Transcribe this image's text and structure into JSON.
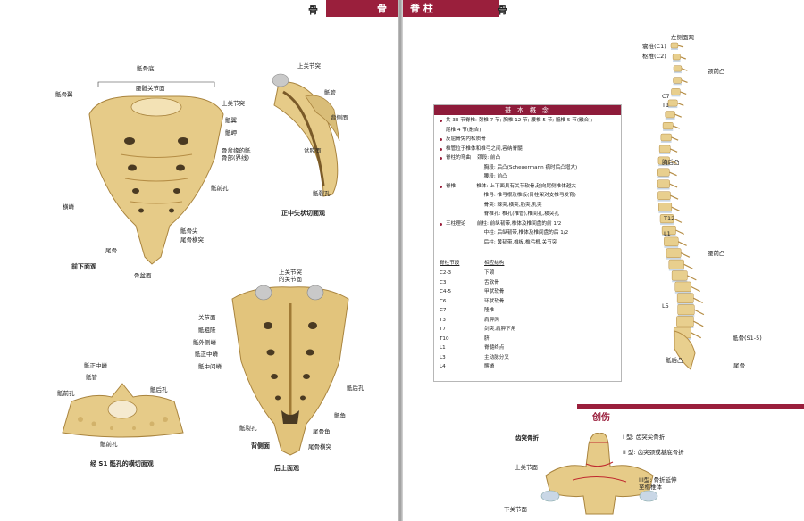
{
  "left_page": {
    "header_char": "骨",
    "header_band_char": "骨",
    "fig1": {
      "caption": "前下面观",
      "labels": {
        "base": "骶骨底",
        "wing": "骶骨翼",
        "ala_surface": "腰骶关节面",
        "superior_articular": "上关节突",
        "ala": "骶翼",
        "promontory": "骶岬",
        "pelvic_line": "骨盆缘的骶\n骨部(界线)",
        "foramina": "骶前孔",
        "transverse_ridge": "横嵴",
        "apex": "骶骨尖",
        "coccygeal_horn": "尾骨横突",
        "coccyx": "尾骨",
        "pelvic_surface": "骨盆面"
      }
    },
    "fig2": {
      "caption": "正中矢状切面观",
      "labels": {
        "superior_articular": "上关节突",
        "canal": "骶管",
        "dorsal": "背侧面",
        "pelvic": "盆腔面",
        "hiatus": "骶裂孔"
      }
    },
    "fig3": {
      "caption": "后上面观",
      "labels": {
        "superior_articular": "上关节突\n的关节面",
        "auricular": "关节面",
        "tuberosity": "骶粗隆",
        "lateral_crest": "骶外侧嵴",
        "median_crest": "骶正中嵴",
        "intermediate_crest": "骶中间嵴",
        "posterior_foramina": "骶后孔",
        "hiatus": "骶裂孔",
        "cornu": "骶角",
        "coccygeal_horn": "尾骨角",
        "dorsal_surface": "背侧面",
        "coccyx_tp": "尾骨横突"
      }
    },
    "fig4": {
      "caption": "经 S1 骶孔的横切面观",
      "labels": {
        "median_crest": "骶正中嵴",
        "canal": "骶管",
        "posterior_foramen": "骶后孔",
        "pelvic_foramen": "骶前孔",
        "anterior_foramen": "骶前孔"
      }
    }
  },
  "right_page": {
    "header_band_text": "脊 柱",
    "header_char": "骨",
    "concept": {
      "title": "基 本 概 念",
      "rows": [
        {
          "bullet": true,
          "text": "共 33 节脊椎: 颈椎 7 节; 胸椎 12 节; 腰椎 5 节; 骶椎 5 节(融合);"
        },
        {
          "bullet": false,
          "text": "尾椎 4 节(融合)"
        },
        {
          "bullet": true,
          "text": "反屈骨免内松质骨"
        },
        {
          "bullet": true,
          "text": "椎管位于椎体和椎弓之间,容纳脊髓"
        },
        {
          "bullet": true,
          "text": "脊柱的弯曲    颈段: 前凸"
        },
        {
          "bullet": false,
          "text": "                        胸段: 后凸(Scheuermann 病时后凸增大)"
        },
        {
          "bullet": false,
          "text": "                        腰段: 前凸"
        },
        {
          "bullet": true,
          "text": "脊椎             椎体: 上下面具有关节软骨,越向尾侧椎体越大"
        },
        {
          "bullet": false,
          "text": "                        椎弓: 椎弓根及椎板(骨柱架对支椎弓发育)"
        },
        {
          "bullet": false,
          "text": "                        骨突: 棘突,横突,肋突,乳突"
        },
        {
          "bullet": false,
          "text": "                        脊椎孔: 椎孔(椎管),椎间孔,横突孔"
        },
        {
          "bullet": true,
          "text": "三柱理论       前柱: 前纵韧带,椎体及椎间盘的前 1/2"
        },
        {
          "bullet": false,
          "text": "                        中柱: 后纵韧带,椎体及椎间盘的后 1/2"
        },
        {
          "bullet": false,
          "text": "                        后柱: 黄韧带,椎板,椎弓根,关节突"
        }
      ],
      "segment_header": [
        "脊柱节段",
        "相应结构"
      ],
      "segments": [
        [
          "C2-3",
          "下颌"
        ],
        [
          "C3",
          "舌软骨"
        ],
        [
          "C4-5",
          "甲状软骨"
        ],
        [
          "C6",
          "环状软骨"
        ],
        [
          "C7",
          "隆椎"
        ],
        [
          "T3",
          "肩胛冈"
        ],
        [
          "T7",
          "剑突,肩胛下角"
        ],
        [
          "T10",
          "脐"
        ],
        [
          "L1",
          "脊髓终点"
        ],
        [
          "L3",
          "主动脉分叉"
        ],
        [
          "L4",
          "髂嵴"
        ]
      ]
    },
    "spine": {
      "view_label": "左侧面观",
      "labels": {
        "c1": "寰椎(C1)",
        "c2": "枢椎(C2)",
        "cervical_lordosis": "颈前凸",
        "c7": "C7",
        "t1": "T1",
        "thoracic_kyphosis": "胸后凸",
        "t12": "T12",
        "l1": "L1",
        "lumbar_lordosis": "腰前凸",
        "l5": "L5",
        "sacrum": "骶骨(S1-5)",
        "sacral_kyphosis": "骶后凸",
        "coccyx": "尾骨"
      }
    },
    "injury": {
      "title": "创伤",
      "fracture_title": "齿突骨折",
      "labels": {
        "type1": "I 型: 齿突尖骨折",
        "type2": "II 型: 齿突颈或基底骨折",
        "type3": "III型: 骨折延伸\n至枢椎体",
        "superior_facet": "上关节面",
        "inferior_facet": "下关节面"
      }
    }
  },
  "colors": {
    "accent": "#9a1f3c",
    "bone": "#e8cf8e",
    "bone_dark": "#b58d45",
    "disc": "#c9d7e6"
  }
}
